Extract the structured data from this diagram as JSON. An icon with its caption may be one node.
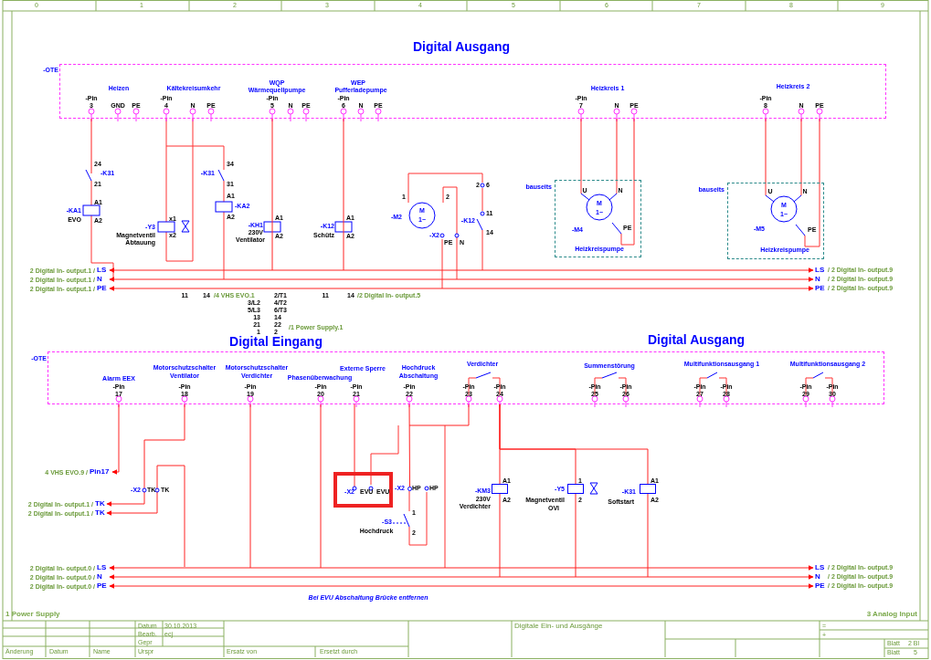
{
  "diagram": {
    "nodes": [
      {
        "text": [
          "-OTE"
        ]
      },
      {
        "text": [
          "bauseits",
          "-M4",
          "Heizkreispumpe"
        ]
      },
      {
        "text": [
          "bauseits",
          "-M5",
          "Heizkreispumpe"
        ]
      },
      {
        "text": [
          "-OTE"
        ]
      },
      {
        "text": [
          "-X2",
          "EVU",
          "EVU"
        ]
      },
      {
        "text": [
          "LS"
        ],
        "beside": [
          "2 Digital In- output.1 /"
        ]
      },
      {
        "text": [
          "N"
        ],
        "beside": [
          "2 Digital In- output.1 /"
        ]
      },
      {
        "text": [
          "PE"
        ],
        "beside": [
          "2 Digital In- output.1 /"
        ]
      },
      {
        "text": [
          "LS"
        ],
        "beside": [
          "/ 2 Digital In- output.9"
        ]
      },
      {
        "text": [
          "N"
        ],
        "beside": [
          "/ 2 Digital In- output.9"
        ]
      },
      {
        "text": [
          "PE"
        ],
        "beside": [
          "/ 2 Digital In- output.9"
        ]
      },
      {
        "text": [
          "Pin17"
        ],
        "beside": [
          "4 VHS EVO.9 /"
        ]
      },
      {
        "text": [
          "TK"
        ],
        "beside": [
          "2 Digital In- output.1 /"
        ]
      },
      {
        "text": [
          "TK"
        ],
        "beside": [
          "2 Digital In- output.1 /"
        ]
      },
      {
        "text": [
          "LS"
        ],
        "beside": [
          "2 Digital In- output.0 /"
        ]
      },
      {
        "text": [
          "N"
        ],
        "beside": [
          "2 Digital In- output.0 /"
        ]
      },
      {
        "text": [
          "PE"
        ],
        "beside": [
          "2 Digital In- output.0 /"
        ]
      },
      {
        "text": [
          "LS"
        ],
        "beside": [
          "/ 2 Digital In- output.9"
        ]
      },
      {
        "text": [
          "N"
        ],
        "beside": [
          "/ 2 Digital In- output.9"
        ]
      },
      {
        "text": [
          "PE"
        ],
        "beside": [
          "/ 2 Digital In- output.9"
        ]
      },
      {
        "text": [],
        "shape": "box"
      },
      {
        "text": [],
        "shape": "box"
      },
      {
        "text": [],
        "shape": "box"
      },
      {
        "text": [],
        "shape": "circle"
      }
    ],
    "edges": [
      {
        "from": 0,
        "to": 1,
        "arrow": "none"
      },
      {
        "from": 0,
        "to": 1,
        "arrow": "none"
      },
      {
        "from": 0,
        "to": 1,
        "arrow": "none"
      },
      {
        "from": 0,
        "to": 2,
        "arrow": "none"
      },
      {
        "from": 0,
        "to": 2,
        "arrow": "none"
      },
      {
        "from": 0,
        "to": 2,
        "arrow": "none"
      },
      {
        "from": 3,
        "to": 4,
        "arrow": "none"
      },
      {
        "from": 5,
        "to": 8,
        "arrow": "both"
      },
      {
        "from": 6,
        "to": 9,
        "arrow": "both"
      },
      {
        "from": 7,
        "to": 10,
        "arrow": "both"
      },
      {
        "from": 3,
        "to": 11,
        "arrow": "to"
      },
      {
        "from": 3,
        "to": 12,
        "arrow": "to"
      },
      {
        "from": null,
        "to": 13,
        "arrow": "to"
      },
      {
        "from": 14,
        "to": 17,
        "arrow": "both"
      },
      {
        "from": 15,
        "to": 18,
        "arrow": "both"
      },
      {
        "from": 16,
        "to": 19,
        "arrow": "both"
      },
      {
        "from": 0,
        "to": null,
        "arrow": "none"
      },
      {
        "from": 0,
        "to": null,
        "arrow": "none"
      },
      {
        "from": 0,
        "to": null,
        "arrow": "none"
      },
      {
        "from": 3,
        "to": null,
        "arrow": "none"
      },
      {
        "from": 3,
        "to": null,
        "arrow": "none"
      },
      {
        "from": 3,
        "to": 23,
        "arrow": "none"
      },
      {
        "from": 3,
        "to": null,
        "arrow": "none"
      },
      {
        "from": 3,
        "to": 20,
        "arrow": "none"
      },
      {
        "from": 3,
        "to": 21,
        "arrow": "none"
      },
      {
        "from": 3,
        "to": 22,
        "arrow": "none"
      },
      {
        "from": 20,
        "to": null,
        "arrow": "none"
      },
      {
        "from": 21,
        "to": null,
        "arrow": "none"
      },
      {
        "from": 22,
        "to": null,
        "arrow": "none"
      }
    ],
    "labels": [
      "0",
      "1",
      "2",
      "3",
      "4",
      "5",
      "6",
      "7",
      "8",
      "9",
      "Digital Ausgang",
      "Heizen",
      "-Pin",
      "3",
      "GND",
      "PE",
      "Kältekreisumkehr",
      "-Pin",
      "4",
      "N",
      "PE",
      "WQP",
      "Wärmequellpumpe",
      "-Pin",
      "5",
      "N",
      "PE",
      "WEP",
      "Pufferladepumpe",
      "-Pin",
      "6",
      "N",
      "PE",
      "Heizkreis 1",
      "-Pin",
      "7",
      "N",
      "PE",
      "Heizkreis 2",
      "-Pin",
      "8",
      "N",
      "PE",
      "24",
      "-K31",
      "21",
      "A1",
      "-KA1",
      "EVO",
      "A2",
      "-K31",
      "34",
      "31",
      "A1",
      "-KA2",
      "A2",
      "x1",
      "-Y3",
      "x2",
      "Magnetventil",
      "Abtauung",
      "-KH1",
      "230V",
      "Ventilator",
      "A1",
      "A2",
      "-K12",
      "Schütz",
      "A1",
      "A2",
      "-M2",
      "1",
      "2",
      "M",
      "1~",
      "-X2",
      "PE",
      "N",
      "-K12",
      "2",
      "6",
      "11",
      "14",
      "U",
      "N",
      "M",
      "1~",
      "PE",
      "U",
      "N",
      "M",
      "1~",
      "PE",
      "11",
      "14",
      "/4 VHS EVO.1",
      "2/T1",
      "3/L2",
      "4/T2",
      "5/L3",
      "6/T3",
      "13",
      "14",
      "21",
      "22",
      "1",
      "2",
      "/1 Power Supply.1",
      "11",
      "14",
      "/2 Digital In- output.5",
      "Digital Eingang",
      "Digital Ausgang",
      "Alarm EEX",
      "-Pin",
      "17",
      "Motorschutzschalter",
      "Ventilator",
      "-Pin",
      "18",
      "Motorschutzschalter",
      "Verdichter",
      "-Pin",
      "19",
      "Phasenüberwachung",
      "-Pin",
      "20",
      "Externe Sperre",
      "-Pin",
      "21",
      "Hochdruck",
      "Abschaltung",
      "-Pin",
      "22",
      "Verdichter",
      "-Pin",
      "23",
      "-Pin",
      "24",
      "Summenstörung",
      "-Pin",
      "25",
      "-Pin",
      "26",
      "Multifunktionsausgang 1",
      "-Pin",
      "27",
      "-Pin",
      "28",
      "Multifunktionsausgang 2",
      "-Pin",
      "29",
      "-Pin",
      "30",
      "-X2",
      "TK",
      "TK",
      "-X2",
      "HP",
      "HP",
      "-S3",
      "1",
      "2",
      "Hochdruck",
      "-KM3",
      "230V",
      "Verdichter",
      "A1",
      "A2",
      "-Y5",
      "1",
      "2",
      "Magnetventil",
      "OVI",
      "-K31",
      "Softstart",
      "A1",
      "A2",
      "Bei EVU Abschaltung Brücke entfernen",
      "1 Power Supply",
      "3 Analog Input",
      "Datum",
      "30.10.2013",
      "Bearb.",
      "ecj",
      "Gepr",
      "Änderung",
      "Datum",
      "Name",
      "Urspr",
      "Ersatz von",
      "Ersetzt durch",
      "Digitale Ein- und Ausgänge",
      "=",
      "+",
      "Blatt",
      "2 Bl",
      "Blatt",
      "5"
    ]
  }
}
